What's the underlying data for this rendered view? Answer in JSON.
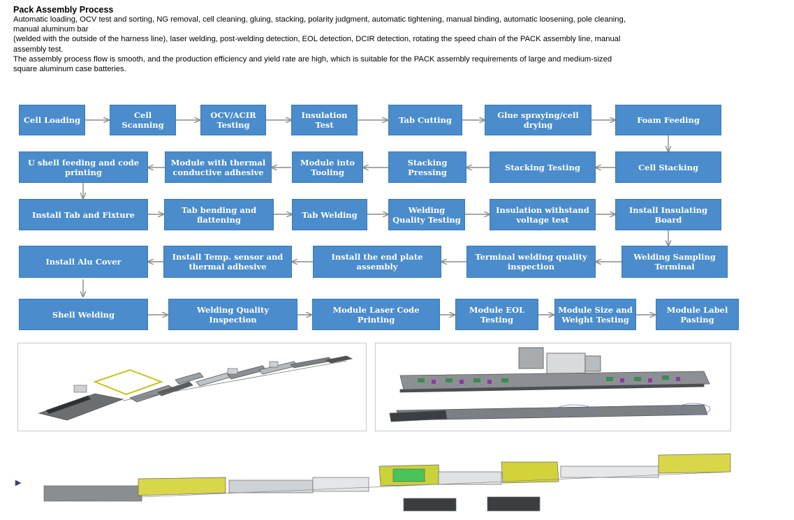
{
  "title": "Pack Assembly Process",
  "description": {
    "p1": "Automatic loading, OCV test and sorting, NG removal, cell cleaning, gluing, stacking, polarity judgment, automatic tightening, manual binding, automatic loosening, pole cleaning, manual aluminum bar",
    "p2": "(welded with the outside of the harness line), laser welding, post-welding detection, EOL detection, DCIR detection, rotating the speed chain of the PACK assembly line, manual assembly test.",
    "p3": " The assembly process flow is smooth, and the production efficiency and yield rate are high, which is suitable for the PACK assembly requirements of large and medium-sized square aluminum case batteries."
  },
  "colors": {
    "node_fill": "#4a8ccc",
    "node_border": "#3a78b8",
    "arrow": "#8a8a8a",
    "enclosure": "#d4d23a",
    "machine": "#9aa0a4"
  },
  "flow": {
    "row1": [
      "Cell Loading",
      "Cell Scanning",
      "OCV/ACIR Testing",
      "Insulation Test",
      "Tab Cutting",
      "Glue spraying/cell drying",
      "Foam Feeding"
    ],
    "row2": [
      "U shell feeding and code printing",
      "Module  with thermal conductive adhesive",
      "Module into Tooling",
      "Stacking Pressing",
      "Stacking Testing",
      "Cell Stacking"
    ],
    "row3": [
      "Install Tab and Fixture",
      "Tab bending and flattening",
      "Tab Welding",
      "Welding Quality Testing",
      "Insulation withstand voltage test",
      "Install Insulating Board"
    ],
    "row4": [
      "Install Alu Cover",
      "Install Temp. sensor and thermal adhesive",
      "Install the end plate assembly",
      "Terminal welding quality inspection",
      "Welding Sampling Terminal"
    ],
    "row5": [
      "Shell Welding",
      "Welding Quality Inspection",
      "Module Laser Code Printing",
      "Module EOL Testing",
      "Module Size and Weight Testing",
      "Module Label Pasting"
    ]
  },
  "images": {
    "left": "line-layout-3d-image",
    "right": "module-line-3d-image",
    "bottom": "pack-line-3d-image"
  }
}
